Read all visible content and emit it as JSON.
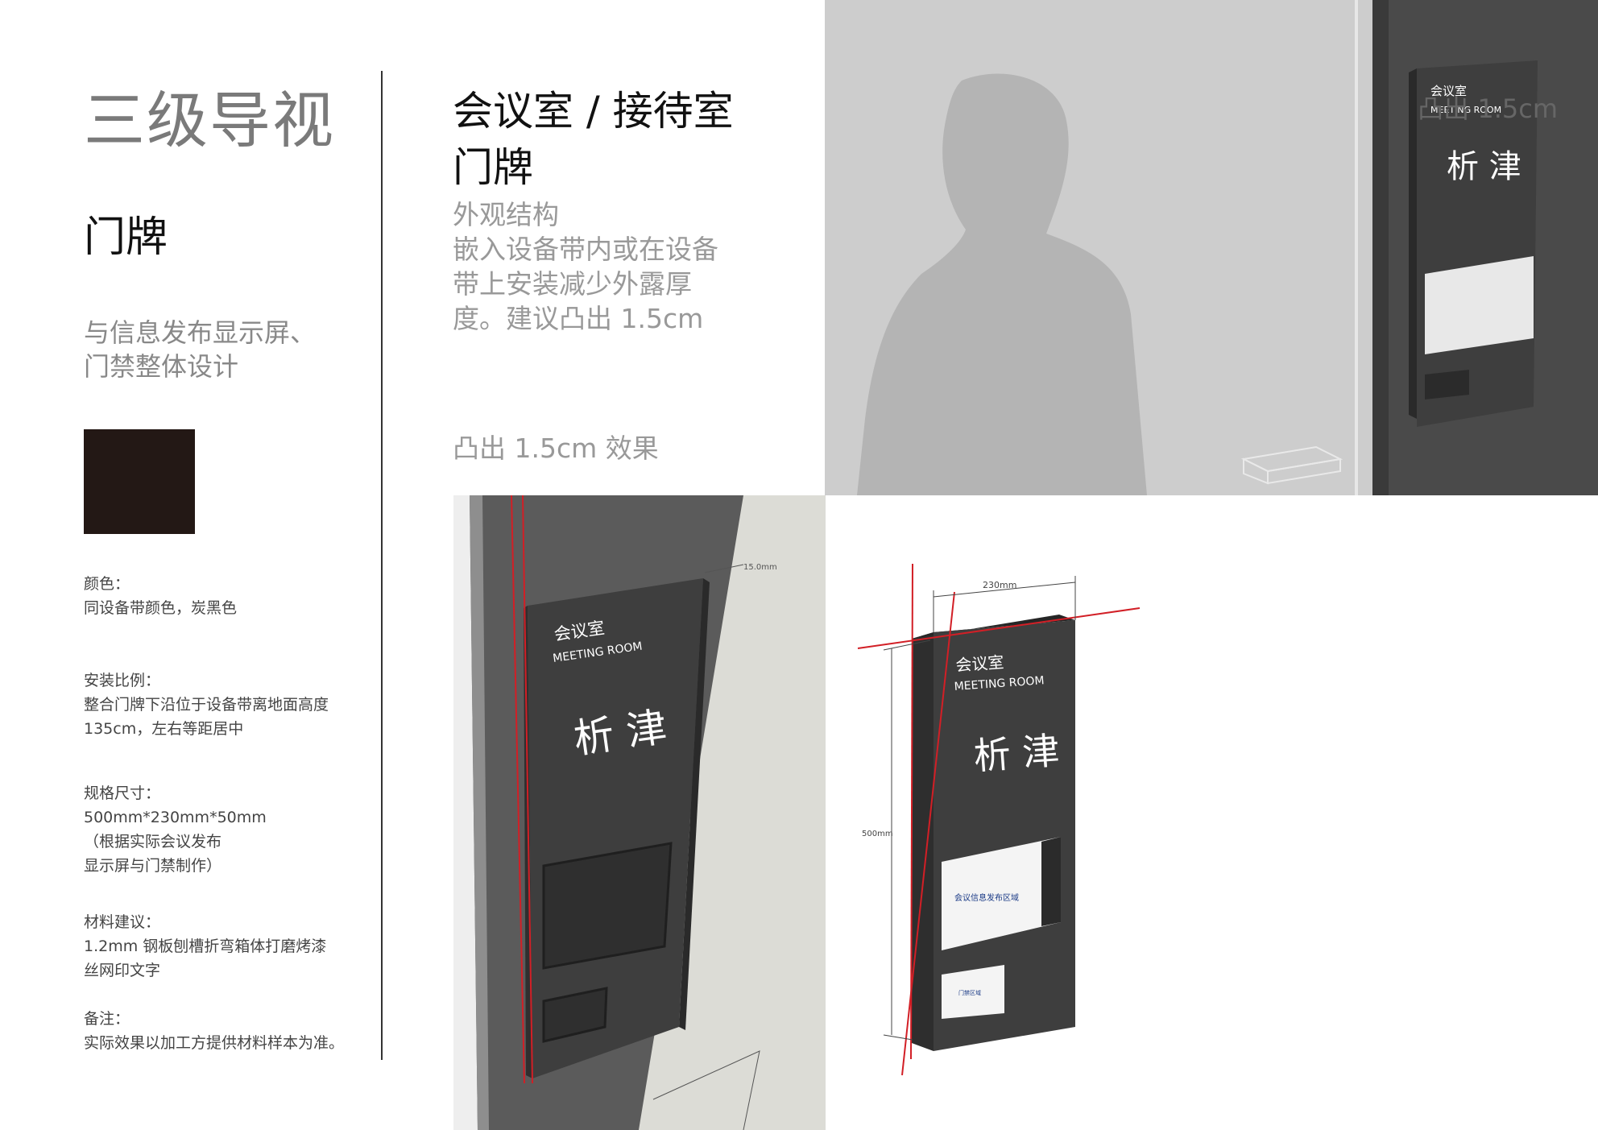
{
  "left": {
    "main_title": "三级导视",
    "section_title": "门牌",
    "section_desc": [
      "与信息发布显示屏、",
      "门禁整体设计"
    ],
    "swatch_color": "#231815",
    "specs": {
      "color": [
        "颜色：",
        "同设备带颜色，炭黑色"
      ],
      "install": [
        "安装比例：",
        "整合门牌下沿位于设备带离地面高度",
        "135cm，左右等距居中"
      ],
      "size": [
        "规格尺寸：",
        "500mm*230mm*50mm",
        "（根据实际会议发布",
        "显示屏与门禁制作）"
      ],
      "material": [
        "材料建议：",
        "1.2mm 钢板刨槽折弯箱体打磨烤漆",
        "丝网印文字"
      ],
      "note": [
        "备注：",
        "实际效果以加工方提供材料样本为准。"
      ]
    }
  },
  "middle": {
    "sign_title_1": "会议室 / 接待室",
    "sign_title_2": "门牌",
    "appearance": [
      "外观结构",
      "嵌入设备带内或在设备",
      "带上安装减少外露厚",
      "度。建议凸出 1.5cm"
    ],
    "effect_label": "凸出 1.5cm 效果"
  },
  "sign": {
    "name_cn": "会议室",
    "name_en": "MEETING ROOM",
    "room_name": "析 津",
    "screen_label": "会议信息发布区域",
    "access_label": "门禁区域"
  },
  "dimensions": {
    "profile_dim": "15.0mm",
    "width_dim": "230mm",
    "height_dim": "500mm",
    "protrude_label": "凸出 1.5cm"
  },
  "colors": {
    "charcoal": "#3f3f3f",
    "red_line": "#d21f26"
  }
}
